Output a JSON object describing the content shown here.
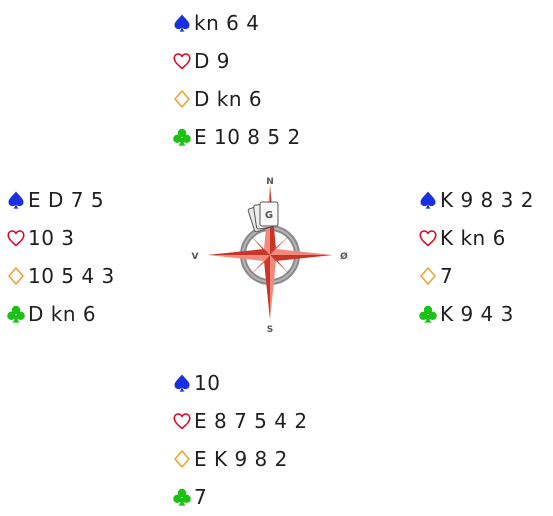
{
  "colors": {
    "spade": "#1a2fe0",
    "heart": "#e0001b",
    "diamond": "#f0a030",
    "club": "#19c214",
    "compass_ray": "#e34b3a",
    "compass_ring": "#8a8a8a"
  },
  "hands": {
    "north": {
      "spades": "kn 6 4",
      "hearts": "D 9",
      "diamonds": "D kn 6",
      "clubs": "E 10 8 5 2"
    },
    "west": {
      "spades": "E D 7 5",
      "hearts": "10 3",
      "diamonds": "10 5 4 3",
      "clubs": "D kn 6"
    },
    "east": {
      "spades": "K 9 8 3 2",
      "hearts": "K kn 6",
      "diamonds": "7",
      "clubs": "K 9 4 3"
    },
    "south": {
      "spades": "10",
      "hearts": "E 8 7 5 4 2",
      "diamonds": "E K 9 8 2",
      "clubs": "7"
    }
  },
  "compass": {
    "north": "N",
    "west": "V",
    "east": "Ø",
    "south": "S",
    "dealer_marker": "G"
  }
}
